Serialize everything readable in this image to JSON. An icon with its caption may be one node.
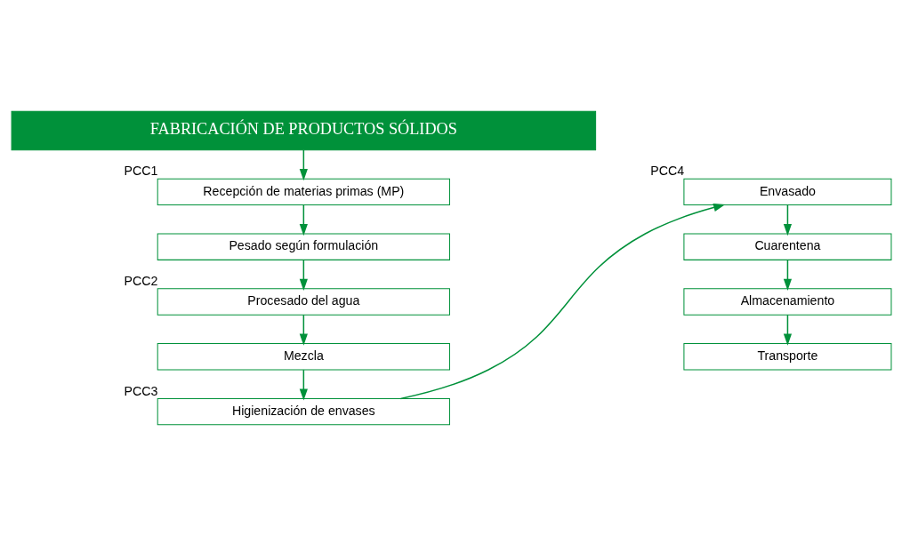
{
  "diagram": {
    "nodes": [
      {
        "text": [
          "FABRICACIÓN DE PRODUCTOS SÓLIDOS"
        ]
      },
      {
        "text": [
          "Recepción de materias primas (MP)"
        ],
        "beside": [
          "PCC1"
        ]
      },
      {
        "text": [
          "Pesado según formulación"
        ]
      },
      {
        "text": [
          "Procesado del agua"
        ],
        "beside": [
          "PCC2"
        ]
      },
      {
        "text": [
          "Mezcla"
        ]
      },
      {
        "text": [
          "Higienización de envases"
        ],
        "beside": [
          "PCC3"
        ]
      },
      {
        "text": [
          "Envasado"
        ],
        "beside": [
          "PCC4"
        ]
      },
      {
        "text": [
          "Cuarentena"
        ]
      },
      {
        "text": [
          "Almacenamiento"
        ]
      },
      {
        "text": [
          "Transporte"
        ]
      }
    ],
    "edges": [
      {
        "from": 0,
        "to": 1,
        "arrow": "to"
      },
      {
        "from": 1,
        "to": 2,
        "arrow": "to"
      },
      {
        "from": 2,
        "to": 3,
        "arrow": "to"
      },
      {
        "from": 3,
        "to": 4,
        "arrow": "to"
      },
      {
        "from": 4,
        "to": 5,
        "arrow": "to"
      },
      {
        "from": 5,
        "to": 6,
        "arrow": "to"
      },
      {
        "from": 6,
        "to": 7,
        "arrow": "to"
      },
      {
        "from": 7,
        "to": 8,
        "arrow": "to"
      },
      {
        "from": 8,
        "to": 9,
        "arrow": "to"
      }
    ]
  }
}
